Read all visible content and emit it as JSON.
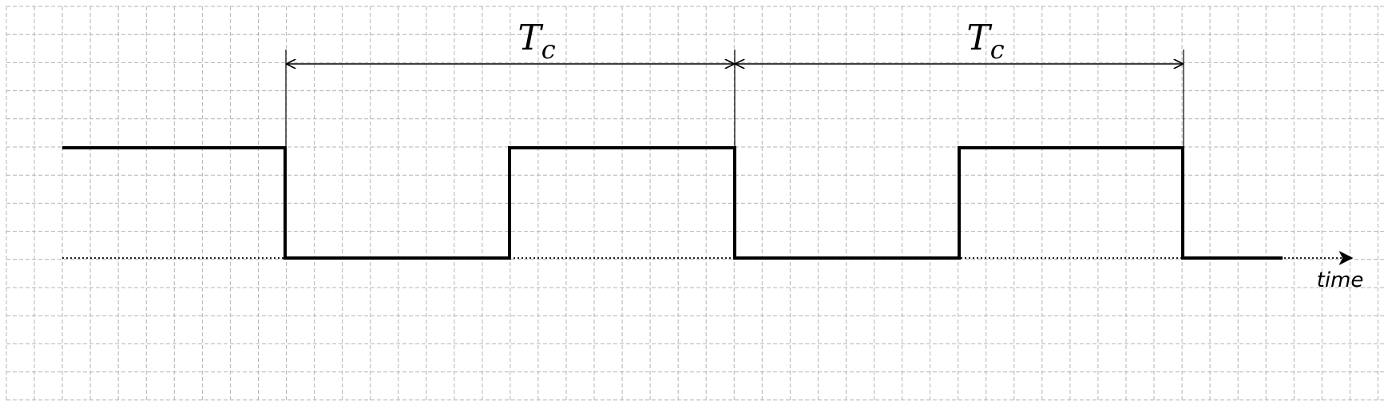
{
  "diagram": {
    "colors": {
      "grid": "#b4b4b4",
      "signal": "#000000",
      "background": "#ffffff"
    },
    "grid": {
      "style": "dashed"
    },
    "axis": {
      "label": "time",
      "arrowhead": "filled"
    },
    "signal": {
      "type": "square-wave",
      "levels": [
        "high",
        "low"
      ],
      "sequence": [
        "high",
        "low",
        "high",
        "low",
        "high",
        "low"
      ]
    },
    "period_markers": [
      {
        "label_main": "T",
        "label_sub": "c"
      },
      {
        "label_main": "T",
        "label_sub": "c"
      }
    ]
  }
}
